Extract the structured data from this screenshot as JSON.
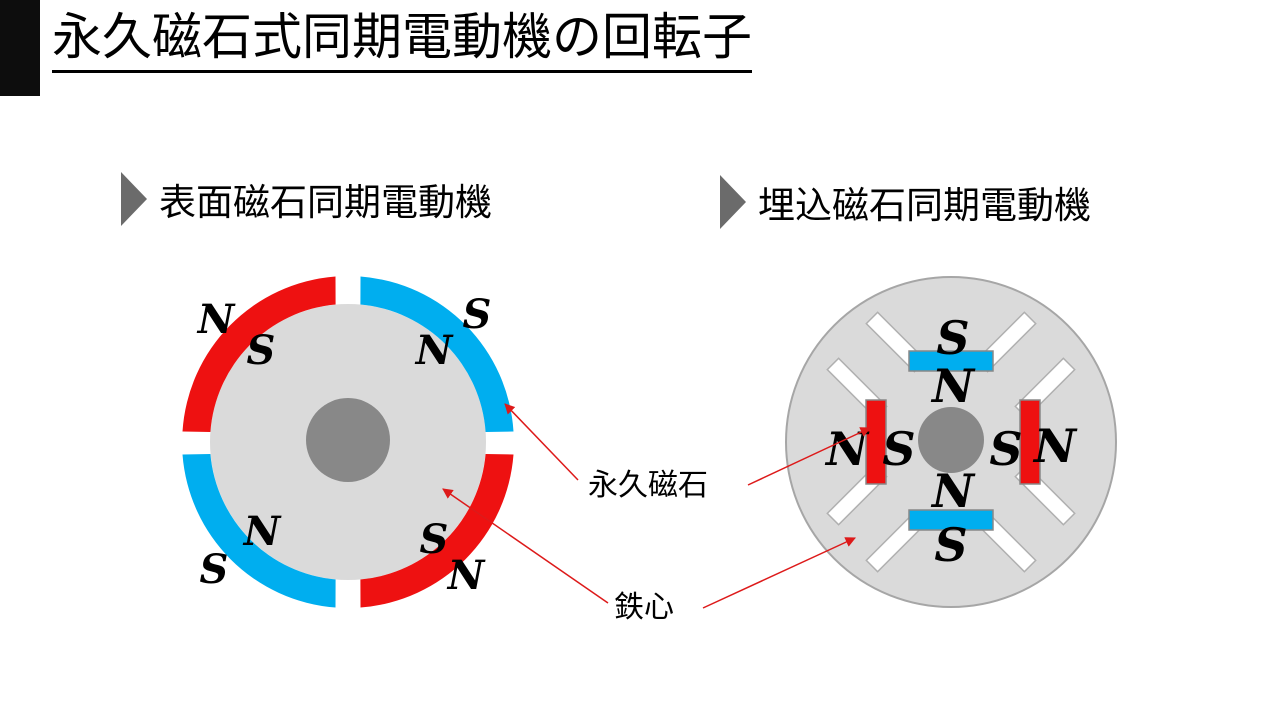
{
  "title": "永久磁石式同期電動機の回転子",
  "spm": {
    "heading": "表面磁石同期電動機",
    "poles": {
      "tl_outer": "N",
      "tl_inner": "S",
      "tr_outer": "S",
      "tr_inner": "N",
      "bl_inner": "N",
      "bl_outer": "S",
      "br_inner": "S",
      "br_outer": "N"
    }
  },
  "ipm": {
    "heading": "埋込磁石同期電動機",
    "poles": {
      "top_outer": "S",
      "top_inner": "N",
      "left_outer": "N",
      "left_inner": "S",
      "right_inner": "S",
      "right_outer": "N",
      "bottom_inner": "N",
      "bottom_outer": "S"
    }
  },
  "labels": {
    "magnet": "永久磁石",
    "core": "鉄心"
  },
  "colors": {
    "north_magnet": "#ee1111",
    "south_magnet": "#00aeef",
    "core": "#dadada",
    "shaft": "#888888",
    "callout_line": "#dd1a1a"
  }
}
